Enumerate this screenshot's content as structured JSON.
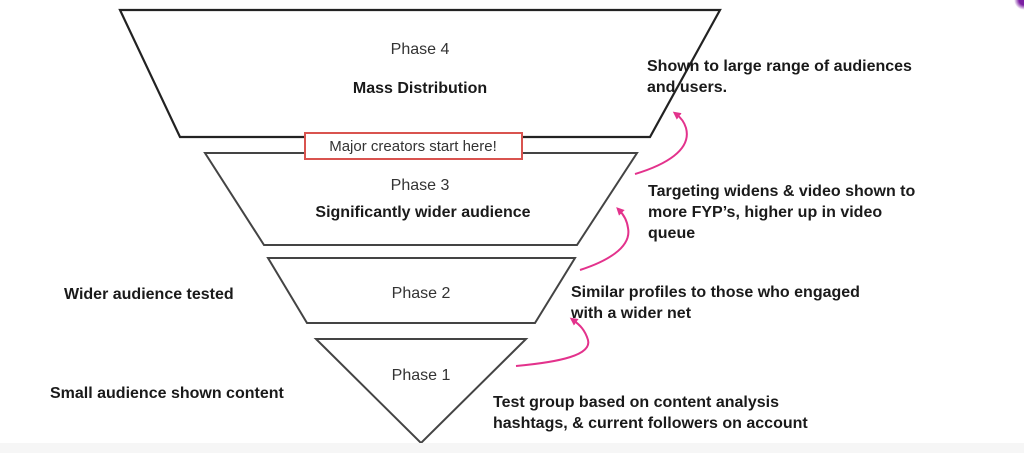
{
  "colors": {
    "arrow": "#e3328c",
    "callout_border": "#d9534f",
    "outline": "#444444",
    "text": "#1a1a1a"
  },
  "phases": [
    {
      "id": 4,
      "label": "Phase 4",
      "description": "Mass Distribution"
    },
    {
      "id": 3,
      "label": "Phase 3",
      "description": "Significantly wider audience"
    },
    {
      "id": 2,
      "label": "Phase 2",
      "description": ""
    },
    {
      "id": 1,
      "label": "Phase 1",
      "description": ""
    }
  ],
  "callout": {
    "text": "Major creators start here!"
  },
  "left_annotations": {
    "phase2": "Wider audience tested",
    "phase1": "Small audience shown content"
  },
  "right_annotations": {
    "phase4": [
      "Shown to large range of audiences",
      "and users."
    ],
    "phase3": [
      "Targeting widens & video shown to",
      "more FYP’s, higher up in video",
      "queue"
    ],
    "phase2": [
      "Similar profiles to those who engaged",
      "with a wider net"
    ],
    "phase1": [
      "Test group based on content analysis",
      "hashtags, & current followers on account"
    ]
  }
}
